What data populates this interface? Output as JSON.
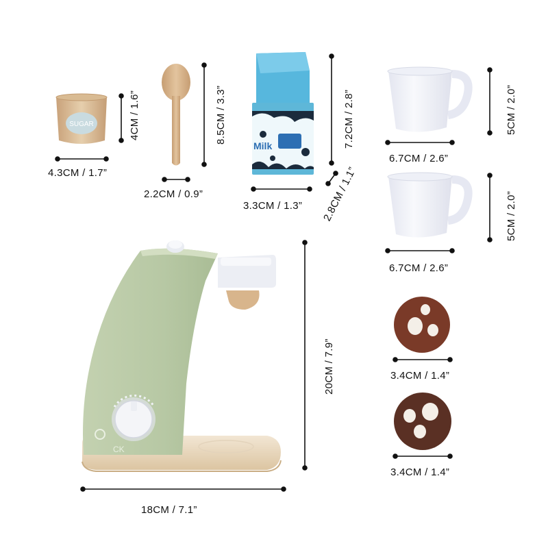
{
  "labels": {
    "sugar_width": "4.3CM / 1.7”",
    "sugar_height": "4CM / 1.6”",
    "spoon_width": "2.2CM / 0.9”",
    "spoon_height": "8.5CM / 3.3”",
    "milk_width": "3.3CM / 1.3”",
    "milk_height": "7.2CM / 2.8”",
    "milk_depth": "2.8CM / 1.1”",
    "cup1_width": "6.7CM / 2.6”",
    "cup1_height": "5CM / 2.0”",
    "cup2_width": "6.7CM / 2.6”",
    "cup2_height": "5CM / 2.0”",
    "pod1_width": "3.4CM / 1.4”",
    "pod2_width": "3.4CM / 1.4”",
    "machine_width": "18CM / 7.1”",
    "machine_height": "20CM / 7.9”"
  },
  "product_text": {
    "sugar": "SUGAR",
    "milk": "Milk"
  },
  "colors": {
    "wood": "#dcc09d",
    "machine_green": "#bcccaa",
    "milk_blue": "#4fb4dc",
    "cup_white": "#f2f3f8",
    "pod_brown_1": "#7a3a28",
    "pod_brown_2": "#5a3024",
    "dimension_line": "#111111"
  }
}
